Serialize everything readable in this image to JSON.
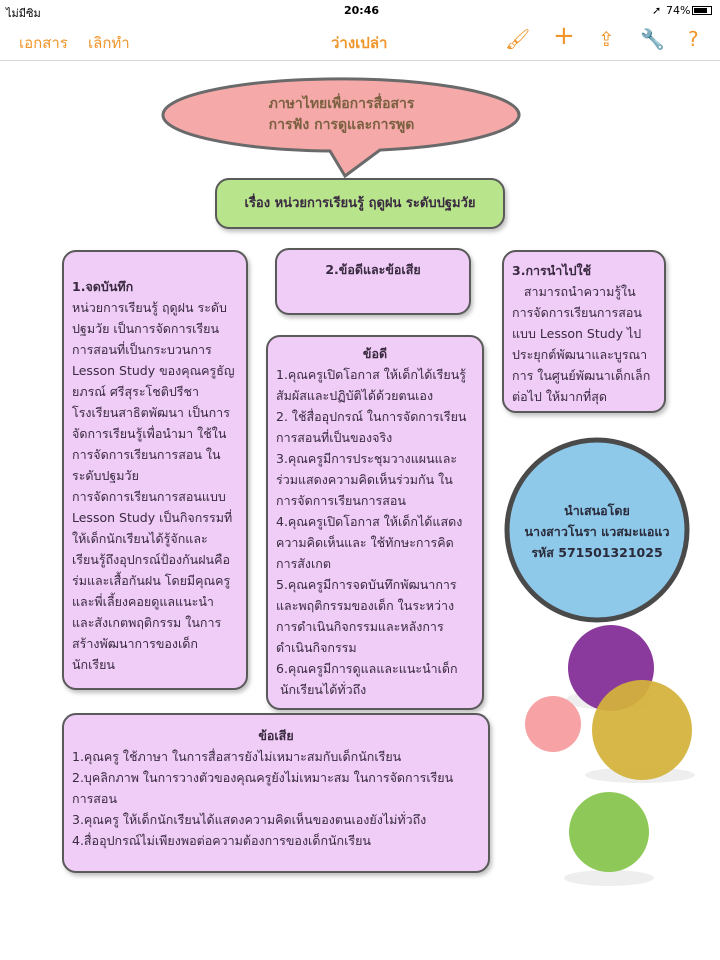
{
  "status_bar": {
    "carrier": "ไม่มีซิม",
    "time": "20:46",
    "battery": "74%"
  },
  "toolbar": {
    "documents": "เอกสาร",
    "undo": "เลิกทำ",
    "title": "ว่างเปล่า",
    "icons": [
      "paintbrush-icon",
      "plus-icon",
      "share-icon",
      "wrench-icon",
      "help-icon"
    ]
  },
  "bubble": {
    "line1": "ภาษาไทยเพื่อการสื่อสาร",
    "line2": "การฟัง การดูและการพูด"
  },
  "topic": "เรื่อง หน่วยการเรียนรู้ ฤดูฝน ระดับปฐมวัย",
  "notes": {
    "title": "1.จดบันทึก",
    "lines": [
      "หน่วยการเรียนรู้ ฤดูฝน ระดับ",
      "ปฐมวัย เป็นการจัดการเรียน",
      "การสอนที่เป็นกระบวนการ",
      "Lesson Study ของคุณครูธัญ",
      "ยภรณ์ ศรีสุระโชติปรีชา",
      "โรงเรียนสาธิตพัฒนา เป็นการ",
      "จัดการเรียนรู้เพื่อนำมา ใช้ใน",
      "การจัดการเรียนการสอน ใน",
      "ระดับปฐมวัย",
      "การจัดการเรียนการสอนแบบ",
      "Lesson Study เป็นกิจกรรมที่",
      "ให้เด็กนักเรียนได้รู้จักและ",
      "เรียนรู้ถึงอุปกรณ์ป้องกันฝนคือ",
      "ร่มและเสื้อกันฝน โดยมีคุณครู",
      "และพี่เลี้ยงคอยดูแลแนะนำ",
      "และสังเกตพฤติกรรม ในการ",
      "สร้างพัฒนาการของเด็ก",
      "นักเรียน"
    ]
  },
  "pros_cons_header": "2.ข้อดีและข้อเสีย",
  "pros": {
    "title": "ข้อดี",
    "lines": [
      "1.คุณครูเปิดโอกาส ให้เด็กได้เรียนรู้",
      "สัมผัสและปฏิบัติได้ด้วยตนเอง",
      "2. ใช้สื่ออุปกรณ์ ในการจัดการเรียน",
      "การสอนที่เป็นของจริง",
      "3.คุณครูมีการประชุมวางแผนและ",
      "ร่วมแสดงความคิดเห็นร่วมกัน ใน",
      "การจัดการเรียนการสอน",
      "4.คุณครูเปิดโอกาส ให้เด็กได้แสดง",
      "ความคิดเห็นและ ใช้ทักษะการคิด",
      "การสังเกต",
      "5.คุณครูมีการจดบันทึกพัฒนาการ",
      "และพฤติกรรมของเด็ก ในระหว่าง",
      "การดำเนินกิจกรรมและหลังการ",
      "ดำเนินกิจกรรม",
      "6.คุณครูมีการดูแลและแนะนำเด็ก",
      " นักเรียนได้ทั่วถึง"
    ]
  },
  "application": {
    "title": "3.การนำไปใช้",
    "lines": [
      "   สามารถนำความรู้ใน",
      "การจัดการเรียนการสอน",
      "แบบ Lesson Study ไป",
      "ประยุกต์พัฒนาและบูรณา",
      "การ ในศูนย์พัฒนาเด็กเล็ก",
      "ต่อไป ให้มากที่สุด"
    ]
  },
  "presenter": {
    "line1": "นำเสนอโดย",
    "line2": "นางสาวโนรา แวสมะแอแว",
    "line3": "รหัส 571501321025"
  },
  "cons": {
    "title": "ข้อเสีย",
    "lines": [
      "1.คุณครู ใช้ภาษา ในการสื่อสารยังไม่เหมาะสมกับเด็กนักเรียน",
      "2.บุคลิกภาพ ในการวางตัวของคุณครูยังไม่เหมาะสม ในการจัดการเรียน",
      "การสอน",
      "3.คุณครู ให้เด็กนักเรียนได้แสดงความคิดเห็นของตนเองยังไม่ทั่วถึง",
      "4.สื่ออุปกรณ์ไม่เพียงพอต่อความต้องการของเด็กนักเรียน"
    ]
  },
  "colors": {
    "accent": "#f0952a",
    "box": "#efcdf7",
    "bubble": "#f6a9a9",
    "topic": "#b8e58c",
    "presenter": "#8ec9ea"
  }
}
